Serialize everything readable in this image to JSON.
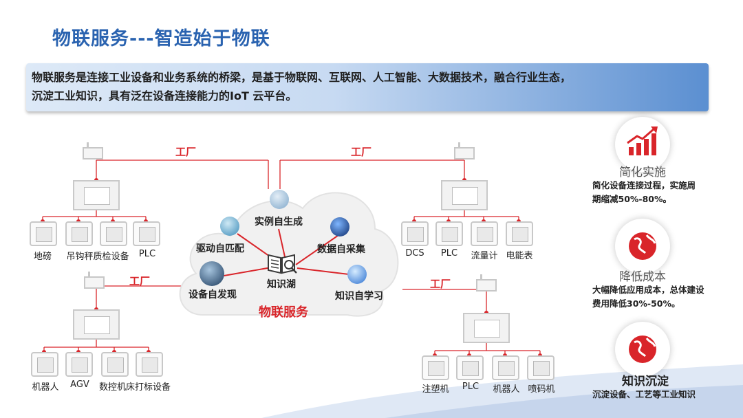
{
  "title": "物联服务---智造始于物联",
  "intro": {
    "line1": "物联服务是连接工业设备和业务系统的桥梁，是基于物联网、互联网、人工智能、大数据技术，融合行业生态，",
    "line2": "沉淀工业知识，具有泛在设备连接能力的IoT 云平台。"
  },
  "factory_label": "工厂",
  "cloud": {
    "title": "物联服务",
    "center": "知识湖",
    "items": [
      "实例自生成",
      "驱动自匹配",
      "数据自采集",
      "设备自发现",
      "知识自学习"
    ]
  },
  "factories": {
    "top_left": [
      "地磅",
      "吊钩秤质检设备",
      "PLC"
    ],
    "top_right": [
      "DCS",
      "PLC",
      "流量计",
      "电能表"
    ],
    "bottom_left": [
      "机器人",
      "AGV",
      "数控机床打标设备"
    ],
    "bottom_right": [
      "注塑机",
      "PLC",
      "机器人",
      "喷码机"
    ]
  },
  "benefits": [
    {
      "title": "简化实施",
      "desc1": "简化设备连接过程，实施周",
      "desc2": "期缩减50%-80%。",
      "icon": "bar-growth-icon"
    },
    {
      "title": "降低成本",
      "desc1": "大幅降低应用成本，总体建设",
      "desc2": "费用降低30%-50%。",
      "icon": "globe-icon"
    },
    {
      "title": "知识沉淀",
      "desc1": "沉淀设备、工艺等工业知识",
      "desc2": "",
      "icon": "globe-icon"
    }
  ],
  "colors": {
    "accent": "#d9252a",
    "title_blue": "#2a63b0"
  }
}
